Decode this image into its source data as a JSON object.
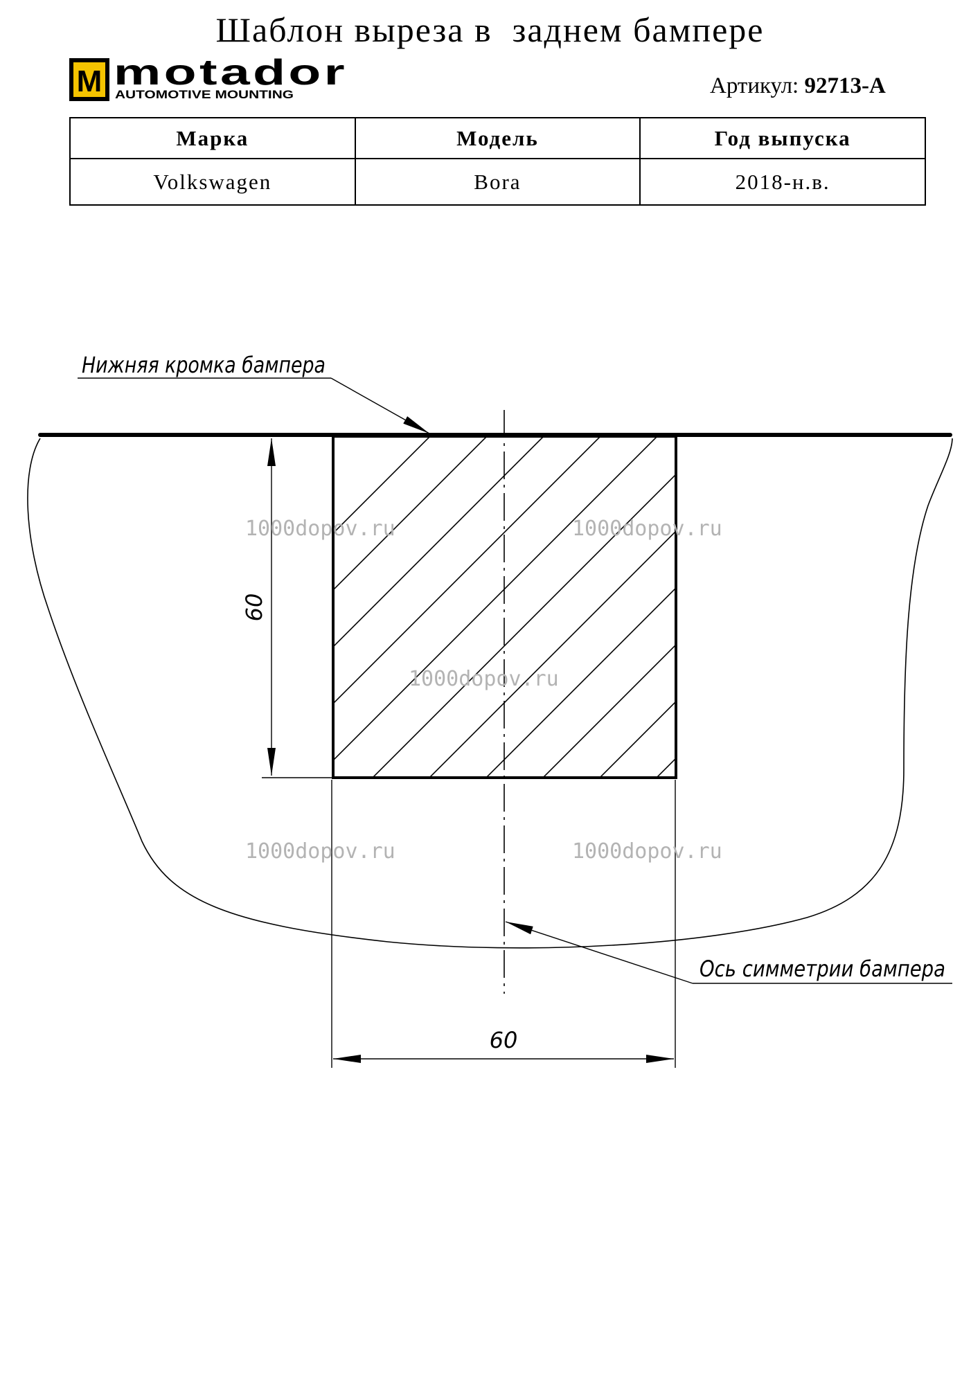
{
  "title": "Шаблон выреза в  заднем бампере",
  "logo": {
    "name": "motador",
    "tagline": "AUTOMOTIVE MOUNTING",
    "badge_letter": "M",
    "badge_color": "#f5c400"
  },
  "article": {
    "label": "Артикул:",
    "value": "92713-A"
  },
  "table": {
    "headers": [
      "Марка",
      "Модель",
      "Год выпуска"
    ],
    "rows": [
      [
        "Volkswagen",
        "Bora",
        "2018-н.в."
      ]
    ]
  },
  "diagram": {
    "edge_label": "Нижняя кромка бампера",
    "axis_label": "Ось симметрии бампера",
    "dimension_height": "60",
    "dimension_width": "60"
  },
  "watermarks": [
    "1000dopov.ru",
    "1000dopov.ru",
    "1000dopov.ru",
    "1000dopov.ru",
    "1000dopov.ru"
  ]
}
